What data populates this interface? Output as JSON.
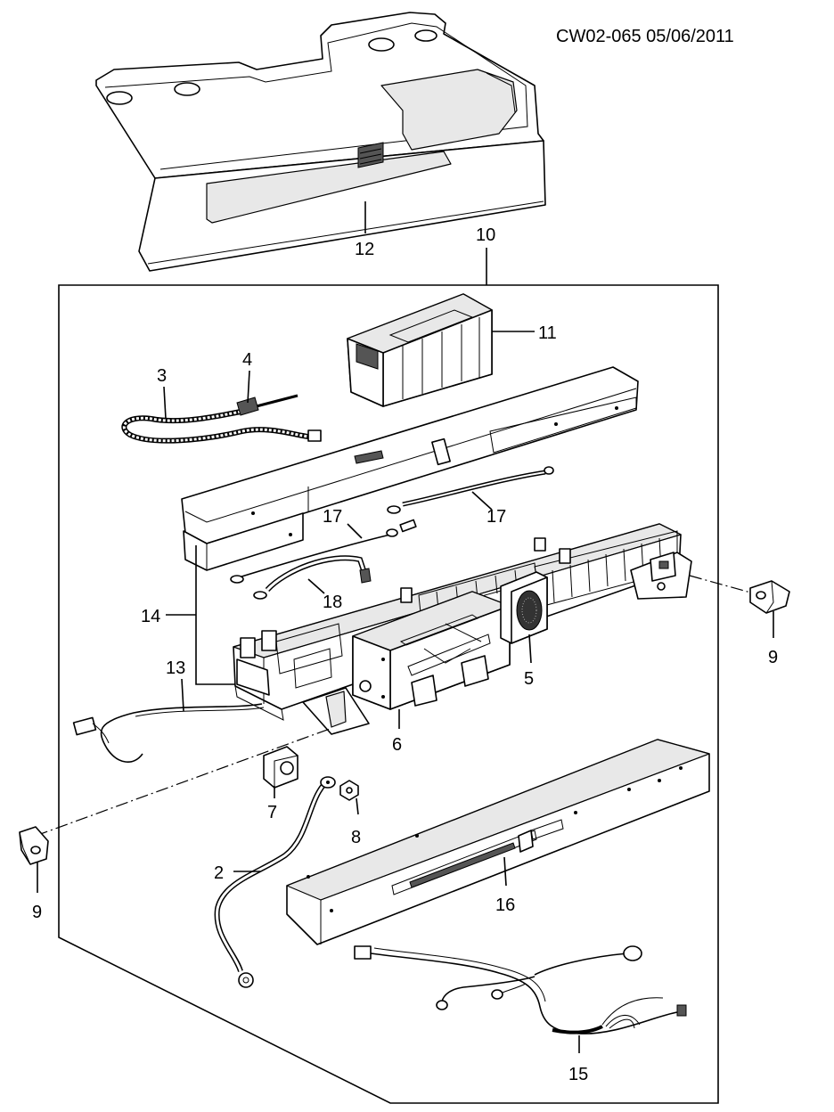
{
  "reference": "CW02-065 05/06/2011",
  "callouts": {
    "c2": "2",
    "c3": "3",
    "c4": "4",
    "c5": "5",
    "c6": "6",
    "c7": "7",
    "c8": "8",
    "c9_left": "9",
    "c9_right": "9",
    "c10": "10",
    "c11": "11",
    "c12": "12",
    "c13": "13",
    "c14": "14",
    "c15": "15",
    "c16": "16",
    "c17_a": "17",
    "c17_b": "17",
    "c18": "18"
  }
}
